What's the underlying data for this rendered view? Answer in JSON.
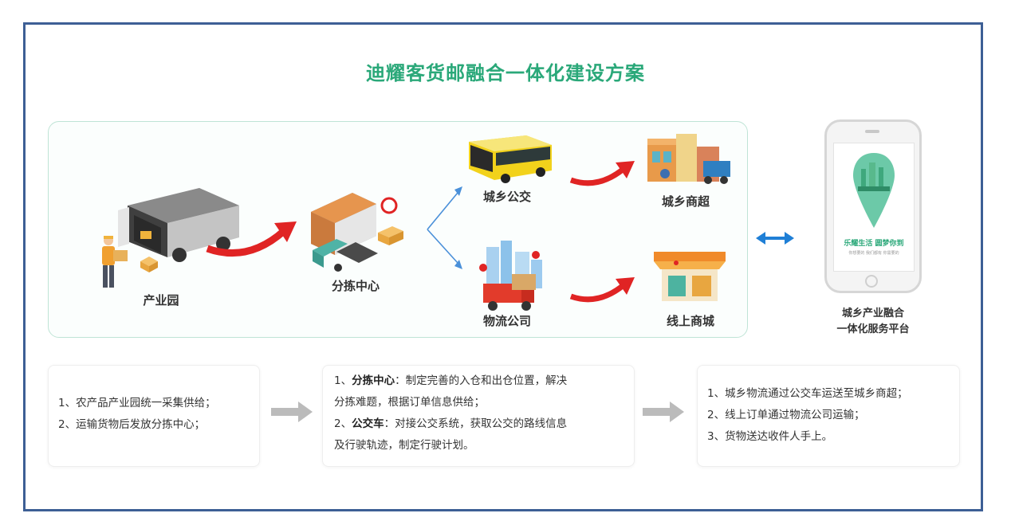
{
  "title": "迪耀客货邮融合一体化建设方案",
  "nodes": {
    "industrial_park": "产业园",
    "sorting_center": "分拣中心",
    "rural_bus": "城乡公交",
    "logistics_company": "物流公司",
    "rural_supermarket": "城乡商超",
    "online_mall": "线上商城"
  },
  "app": {
    "slogan": "乐耀生活 圆梦你到",
    "subline": "你想要的 我们都有 你需要的",
    "caption_line1": "城乡产业融合",
    "caption_line2": "一体化服务平台"
  },
  "cards": {
    "left": {
      "line1": "1、农产品产业园统一采集供给；",
      "line2": "2、运输货物后发放分拣中心；"
    },
    "middle": {
      "item1_num": "1、",
      "item1_head": "分拣中心",
      "item1_text_a": "：制定完善的入仓和出仓位置，解决",
      "item1_text_b": "分拣难题，根据订单信息供给；",
      "item2_num": "2、",
      "item2_head": "公交车",
      "item2_text_a": "：对接公交系统，获取公交的路线信息",
      "item2_text_b": "及行驶轨迹，制定行驶计划。"
    },
    "right": {
      "line1": "1、城乡物流通过公交车运送至城乡商超；",
      "line2": "2、线上订单通过物流公司运输；",
      "line3": "3、货物送达收件人手上。"
    }
  },
  "icons": [
    "truck-van-icon",
    "worker-icon",
    "warehouse-icon",
    "bus-icon",
    "shop-icon",
    "building-truck-icon",
    "mall-icon",
    "location-pin-icon"
  ],
  "colors": {
    "frame": "#3d5f95",
    "title": "#2aa879",
    "flow_arrow": "#e02424",
    "branch_arrow": "#4a90d9",
    "double_arrow": "#1f7fd6",
    "gray_arrow": "#bbbbbb"
  }
}
